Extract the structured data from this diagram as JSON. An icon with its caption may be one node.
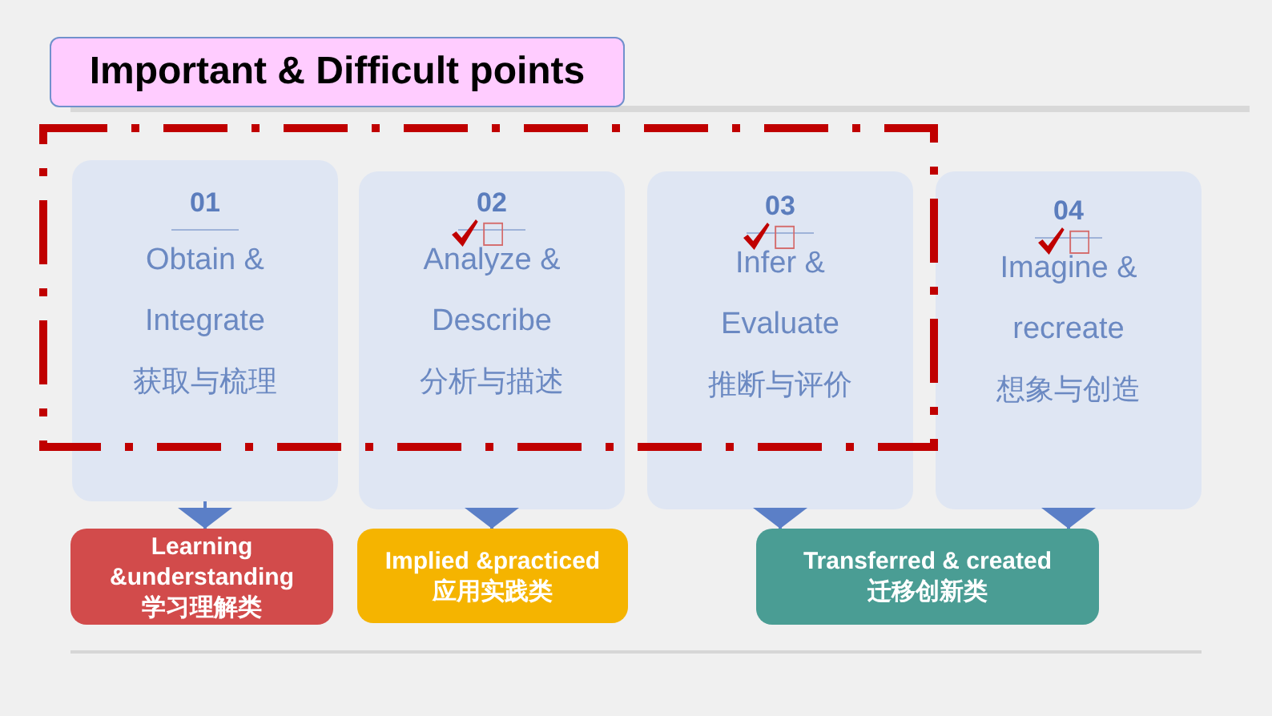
{
  "diagram": {
    "title": "Important & Difficult points",
    "nodes": [
      {
        "text": [
          "01",
          "Obtain & Integrate",
          "获取与梳理"
        ]
      },
      {
        "text": [
          "02",
          "Analyze & Describe",
          "分析与描述"
        ]
      },
      {
        "text": [
          "03",
          "Infer & Evaluate",
          "推断与评价"
        ]
      },
      {
        "text": [
          "04",
          "Imagine & recreate",
          "想象与创造"
        ]
      },
      {
        "text": [
          "Learning &understanding",
          "学习理解类"
        ]
      },
      {
        "text": [
          "Implied &practiced",
          "应用实践类"
        ]
      },
      {
        "text": [
          "Transferred & created",
          "迁移创新类"
        ]
      }
    ],
    "edges": [
      {
        "from": 0,
        "to": 4,
        "arrow": "to"
      },
      {
        "from": 1,
        "to": 5,
        "arrow": "to"
      },
      {
        "from": 2,
        "to": 6,
        "arrow": "to"
      },
      {
        "from": 3,
        "to": 6,
        "arrow": "to"
      }
    ]
  }
}
